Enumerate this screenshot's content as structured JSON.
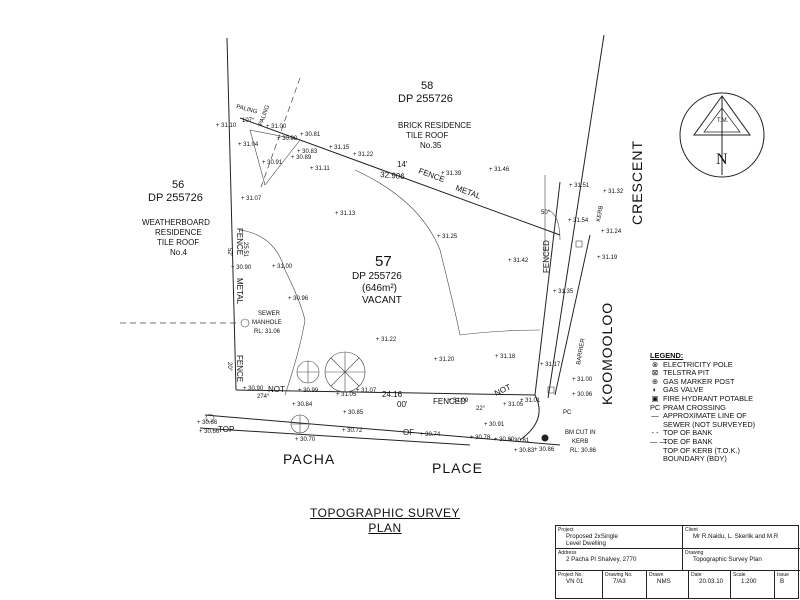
{
  "lots": {
    "lot58": {
      "number": "58",
      "dp": "DP 255726",
      "desc1": "BRICK RESIDENCE",
      "desc2": "TILE ROOF",
      "desc3": "No.35"
    },
    "lot56": {
      "number": "56",
      "dp": "DP 255726",
      "desc1": "WEATHERBOARD",
      "desc2": "RESIDENCE",
      "desc3": "TILE ROOF",
      "desc4": "No.4"
    },
    "lot57": {
      "number": "57",
      "dp": "DP 255726",
      "area": "(646m²)",
      "status": "VACANT"
    }
  },
  "streets": {
    "pacha": "PACHA",
    "place": "PLACE",
    "crescent": "CRESCENT",
    "koomooloo": "KOOMOOLOO"
  },
  "boundary_labels": {
    "fence_top": "FENCE",
    "metal_top": "METAL",
    "fence_left": "FENCE",
    "metal_left": "METAL",
    "fence_bottom_left": "FENCE",
    "fenced_bottom": "FENCED",
    "not_left": "NOT",
    "not_right": "NOT",
    "fenced_right": "FENCED",
    "paling1": "PALING",
    "paling2": "PALING",
    "kerb": "KERB",
    "barrier": "BARRIER",
    "top": "TOP",
    "of": "OF"
  },
  "dimensions": {
    "top_ft": "14'",
    "top_dist": "32.906",
    "left_dist": "25.51",
    "bottom_dist": "24.16",
    "bottom_ft": "00'",
    "bearing_bottom": "274°",
    "bearing_left": "20°",
    "bearing_top": "50°",
    "small_107": "107°",
    "small_52": "52'",
    "small_22": "22°"
  },
  "sewer": {
    "label1": "SEWER",
    "label2": "MANHOLE",
    "rl": "RL: 31.06"
  },
  "bm": {
    "label1": "BM CUT IN",
    "label2": "KERB",
    "rl": "RL: 30.86"
  },
  "pc": "PC",
  "levels": [
    "31.10",
    "31.00",
    "30.90",
    "30.81",
    "30.83",
    "31.04",
    "30.91",
    "30.89",
    "31.15",
    "31.22",
    "31.11",
    "31.39",
    "31.46",
    "31.51",
    "31.32",
    "31.54",
    "31.24",
    "31.19",
    "31.13",
    "31.25",
    "31.42",
    "31.07",
    "30.90",
    "31.00",
    "30.96",
    "31.35",
    "31.22",
    "31.20",
    "31.18",
    "31.17",
    "31.00",
    "30.90",
    "30.99",
    "31.05",
    "31.07",
    "31.09",
    "31.05",
    "31.01",
    "30.96",
    "30.84",
    "30.85",
    "30.91",
    "30.66",
    "30.66",
    "30.70",
    "30.72",
    "30.74",
    "30.78",
    "30.80",
    "30.81",
    "30.83",
    "30.86"
  ],
  "north": {
    "letter": "N",
    "tm": "T.M."
  },
  "legend": {
    "title": "LEGEND:",
    "items": [
      {
        "sym": "⊗",
        "text": "ELECTRICITY POLE"
      },
      {
        "sym": "⊠",
        "text": "TELSTRA PIT"
      },
      {
        "sym": "⊕",
        "text": "GAS MARKER POST"
      },
      {
        "sym": "◐",
        "text": "GAS VALVE"
      },
      {
        "sym": "▣",
        "text": "FIRE HYDRANT POTABLE"
      },
      {
        "sym": "PC",
        "text": "PRAM CROSSING"
      },
      {
        "sym": "—",
        "text": "APPROXIMATE LINE OF"
      },
      {
        "sym": "",
        "text": "SEWER (NOT SURVEYED)"
      },
      {
        "sym": "- -",
        "text": "TOP OF BANK"
      },
      {
        "sym": "— —",
        "text": "TOE OF BANK"
      },
      {
        "sym": "",
        "text": "TOP OF KERB (T.O.K.)"
      },
      {
        "sym": "",
        "text": "BOUNDARY (BDY)"
      }
    ]
  },
  "title": {
    "line1": "TOPOGRAPHIC SURVEY",
    "line2": "PLAN"
  },
  "title_block": {
    "project_cap": "Project",
    "project_val1": "Proposed 2xSingle",
    "project_val2": "Level Dwelling",
    "client_cap": "Client",
    "client_val": "Mr R.Naidu, L. Skerlik and M.R",
    "address_cap": "Address",
    "address_val": "2 Pacha Pl Shalvey, 2770",
    "drawing_cap": "Drawing",
    "drawing_val": "Topographic Survey Plan",
    "projno_cap": "Project No.",
    "projno_val": "VN 01",
    "drawno_cap": "Drawing No.",
    "drawno_val": "7/A3",
    "drawn_cap": "Drawn",
    "drawn_val": "NMS",
    "date_cap": "Date",
    "date_val": "20.03.10",
    "scale_cap": "Scale",
    "scale_val": "1:200",
    "issue_cap": "Issue",
    "issue_val": "B"
  }
}
